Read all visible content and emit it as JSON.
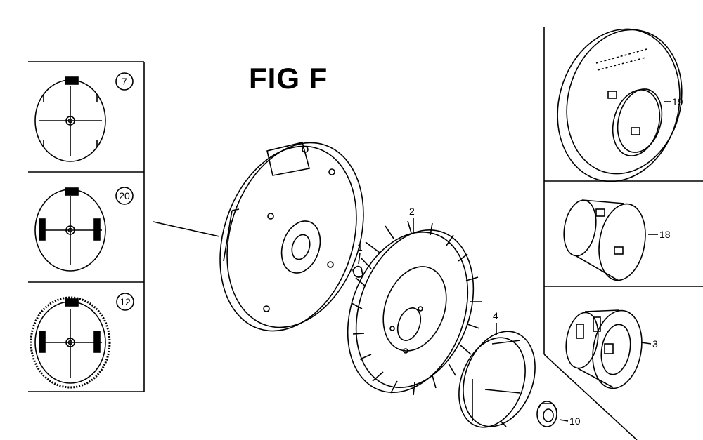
{
  "figure": {
    "title": "FIG F"
  },
  "options": [
    {
      "callout": "7"
    },
    {
      "callout": "20"
    },
    {
      "callout": "12"
    }
  ],
  "parts": [
    {
      "callout": "1"
    },
    {
      "callout": "2"
    },
    {
      "callout": "4"
    },
    {
      "callout": "10"
    },
    {
      "callout": "19"
    },
    {
      "callout": "18"
    },
    {
      "callout": "3"
    }
  ],
  "colors": {
    "ink": "#000000",
    "paper": "#ffffff"
  }
}
